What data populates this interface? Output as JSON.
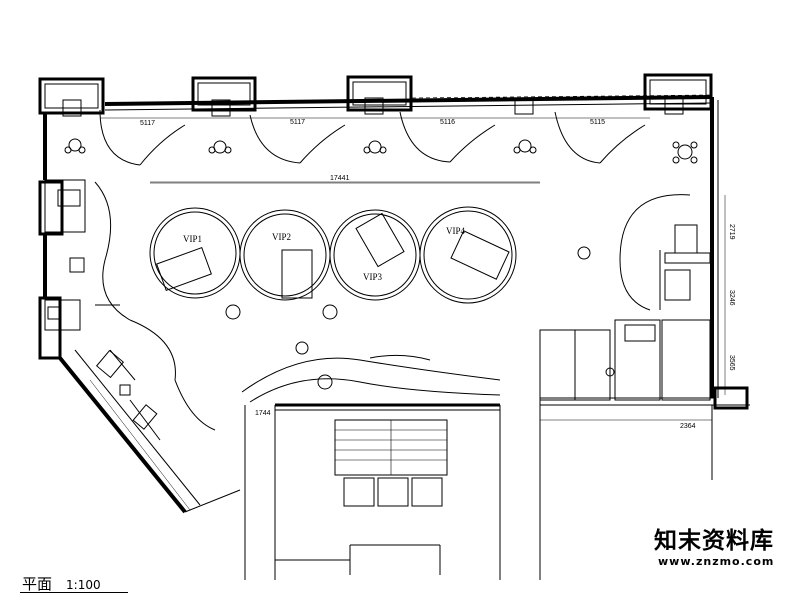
{
  "drawing": {
    "caption_title": "平面",
    "caption_scale": "1:100",
    "vip_labels": [
      "VIP1",
      "VIP2",
      "VIP3",
      "VIP4"
    ],
    "dimensions": [
      "5117",
      "5117",
      "5116",
      "5115",
      "17441",
      "2719",
      "3246",
      "3565",
      "1744",
      "2364"
    ]
  },
  "watermark": {
    "text": "知末资料库",
    "url": "www.znzmo.com"
  }
}
